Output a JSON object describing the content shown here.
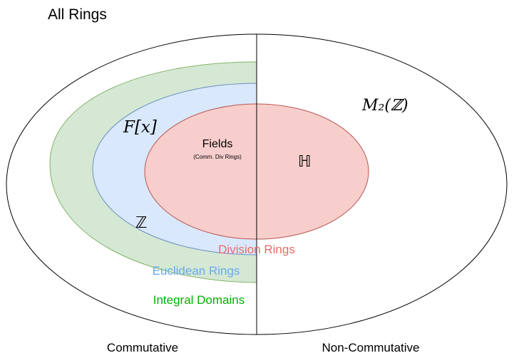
{
  "title": "All Rings",
  "regions": {
    "integral_domains": {
      "label": "Integral Domains",
      "fill": "#d5e8d4",
      "stroke": "#82b366",
      "text_color": "#00b300"
    },
    "euclidean_rings": {
      "label": "Euclidean Rings",
      "fill": "#dae8fc",
      "stroke": "#6c8ebf",
      "text_color": "#66aaee"
    },
    "division_rings": {
      "label": "Division Rings",
      "fill": "#f8cecc",
      "stroke": "#b85450",
      "text_color": "#ea6b66"
    },
    "fields": {
      "label": "Fields",
      "sublabel": "(Comm. Div Rings)"
    }
  },
  "examples": {
    "polynomial": "F[x]",
    "integers": "ℤ",
    "quaternions": "ℍ",
    "matrices": "M₂(ℤ)"
  },
  "sides": {
    "commutative": "Commutative",
    "non_commutative": "Non-Commutative"
  }
}
